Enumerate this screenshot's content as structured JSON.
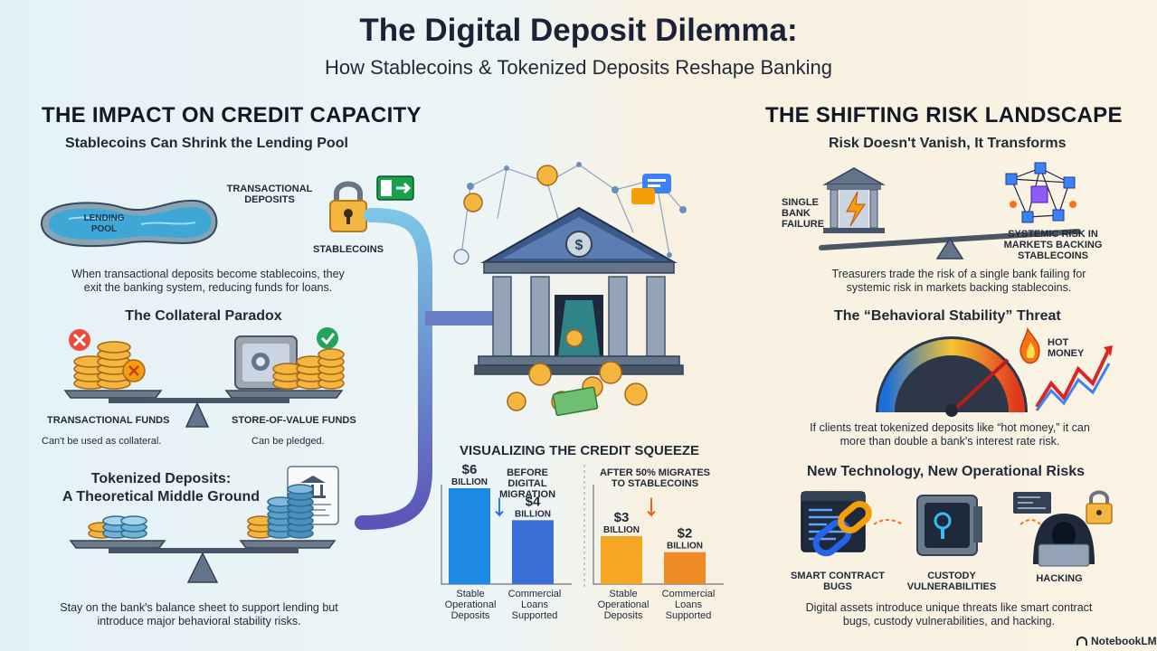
{
  "header": {
    "title": "The Digital Deposit Dilemma:",
    "subtitle": "How Stablecoins & Tokenized Deposits Reshape Banking"
  },
  "left": {
    "section_title": "THE IMPACT ON CREDIT CAPACITY",
    "shrink": {
      "heading": "Stablecoins Can Shrink the Lending Pool",
      "pool_label": "LENDING POOL",
      "transactional_label": "TRANSACTIONAL DEPOSITS",
      "stablecoins_label": "STABLECOINS",
      "caption": "When transactional deposits become stablecoins, they exit the banking system, reducing funds for loans."
    },
    "collateral": {
      "heading": "The Collateral Paradox",
      "left_label": "TRANSACTIONAL FUNDS",
      "left_caption": "Can't be used as collateral.",
      "right_label": "STORE-OF-VALUE FUNDS",
      "right_caption": "Can be pledged."
    },
    "tokenized": {
      "heading_line1": "Tokenized Deposits:",
      "heading_line2": "A Theoretical Middle Ground",
      "caption": "Stay on the bank's balance sheet to support lending but introduce major behavioral stability risks."
    }
  },
  "center": {
    "squeeze_title": "VISUALIZING THE CREDIT SQUEEZE",
    "before_title": "BEFORE DIGITAL MIGRATION",
    "after_title": "AFTER 50% MIGRATES TO STABLECOINS",
    "billion": "BILLION",
    "cat1": "Stable Operational Deposits",
    "cat2": "Commercial Loans Supported"
  },
  "chart_data": [
    {
      "type": "bar",
      "title": "BEFORE DIGITAL MIGRATION",
      "categories": [
        "Stable Operational Deposits",
        "Commercial Loans Supported"
      ],
      "values": [
        6,
        4
      ],
      "value_labels": [
        "$6",
        "$4"
      ],
      "unit": "BILLION",
      "ylim": [
        0,
        6
      ],
      "colors": [
        "#1e88e5",
        "#3b6fd8"
      ]
    },
    {
      "type": "bar",
      "title": "AFTER 50% MIGRATES TO STABLECOINS",
      "categories": [
        "Stable Operational Deposits",
        "Commercial Loans Supported"
      ],
      "values": [
        3,
        2
      ],
      "value_labels": [
        "$3",
        "$2"
      ],
      "unit": "BILLION",
      "ylim": [
        0,
        6
      ],
      "colors": [
        "#f5a623",
        "#f08a24"
      ]
    }
  ],
  "right": {
    "section_title": "THE SHIFTING RISK LANDSCAPE",
    "transform": {
      "heading": "Risk Doesn't Vanish, It Transforms",
      "left_label": "SINGLE BANK FAILURE",
      "right_label": "SYSTEMIC RISK IN MARKETS BACKING STABLECOINS",
      "caption": "Treasurers trade the risk of a single bank failing for systemic risk in markets backing stablecoins."
    },
    "behavioral": {
      "heading": "The “Behavioral Stability” Threat",
      "hot_money_label": "HOT MONEY",
      "caption": "If clients treat tokenized deposits like “hot money,” it can more than double a bank's interest rate risk."
    },
    "operational": {
      "heading": "New Technology, New Operational Risks",
      "item1": "SMART CONTRACT BUGS",
      "item2": "CUSTODY VULNERABILITIES",
      "item3": "HACKING",
      "caption": "Digital assets introduce unique threats like smart contract bugs, custody vulnerabilities, and hacking."
    }
  },
  "footer": {
    "brand": "NotebookLM"
  },
  "colors": {
    "navy": "#1a2236",
    "blue_bar": "#1e88e5",
    "orange_bar": "#f5a623",
    "pipe": "#5a55b8",
    "gold": "#f4b63f"
  }
}
